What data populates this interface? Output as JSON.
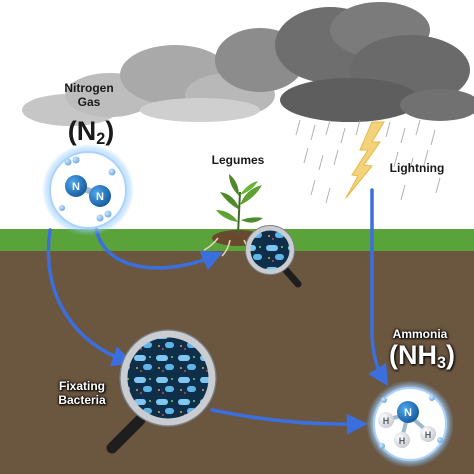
{
  "labels": {
    "nitrogen_gas": "Nitrogen\nGas",
    "legumes": "Legumes",
    "lightning": "Lightning",
    "ammonia": "Ammonia",
    "fixating_bacteria": "Fixating\nBacteria"
  },
  "formulas": {
    "n2": {
      "main": "N",
      "sub": "2",
      "close": ")",
      "open": "("
    },
    "nh3": {
      "main": "NH",
      "sub": "3",
      "close": ")",
      "open": "("
    }
  },
  "atoms": {
    "nitrogen": "N",
    "hydrogen": "H"
  },
  "colors": {
    "sky": "#ffffff",
    "grass": "#5aa33a",
    "soil": "#6b5640",
    "arrow": "#3b6fe0",
    "nitrogen_atom": "#1f6fb8",
    "cloud_dark": "#7a7a7a",
    "cloud_light": "#b5b5b5",
    "lightning": "#f3d37a"
  },
  "icons": [
    "cloud-icon",
    "lightning-bolt-icon",
    "rain-icon",
    "plant-icon",
    "magnifier-icon",
    "molecule-icon"
  ]
}
